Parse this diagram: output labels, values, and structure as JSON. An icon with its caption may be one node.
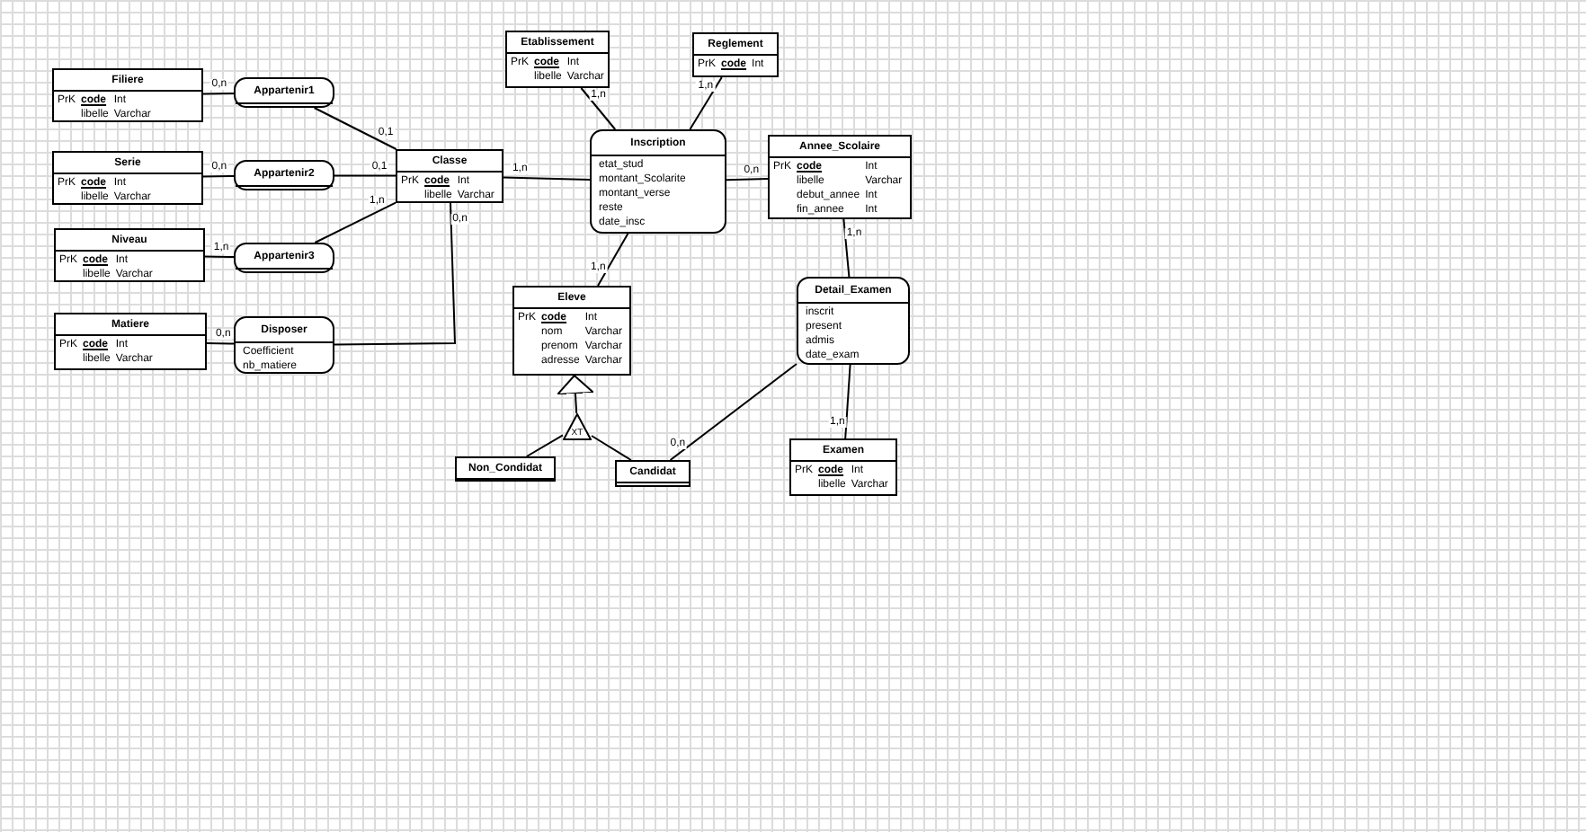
{
  "diagram": {
    "nodes": [
      {
        "text": [
          "Etablissement",
          "PrK",
          "code",
          "Int",
          "libelle",
          "Varchar"
        ]
      },
      {
        "text": [
          "Reglement",
          "PrK",
          "code",
          "Int"
        ]
      },
      {
        "text": [
          "Filiere",
          "PrK",
          "code",
          "Int",
          "libelle",
          "Varchar"
        ]
      },
      {
        "text": [
          "Appartenir1"
        ]
      },
      {
        "text": [
          "Classe",
          "PrK",
          "code",
          "Int",
          "libelle",
          "Varchar"
        ]
      },
      {
        "text": [
          "Inscription",
          "etat_stud",
          "montant_Scolarite",
          "montant_verse",
          "reste",
          "date_insc"
        ]
      },
      {
        "text": [
          "Annee_Scolaire",
          "PrK",
          "code",
          "Int",
          "libelle",
          "Varchar",
          "debut_annee",
          "Int",
          "fin_annee",
          "Int"
        ]
      },
      {
        "text": [
          "Serie",
          "PrK",
          "code",
          "Int",
          "libelle",
          "Varchar"
        ]
      },
      {
        "text": [
          "Appartenir2"
        ]
      },
      {
        "text": [
          "Niveau",
          "PrK",
          "code",
          "Int",
          "libelle",
          "Varchar"
        ]
      },
      {
        "text": [
          "Appartenir3"
        ]
      },
      {
        "text": [
          "Eleve",
          "PrK",
          "code",
          "Int",
          "nom",
          "Varchar",
          "prenom",
          "Varchar",
          "adresse",
          "Varchar"
        ]
      },
      {
        "text": [
          "Detail_Examen",
          "inscrit",
          "present",
          "admis",
          "date_exam"
        ]
      },
      {
        "text": [
          "Matiere",
          "PrK",
          "code",
          "Int",
          "libelle",
          "Varchar"
        ]
      },
      {
        "text": [
          "Disposer",
          "Coefficient",
          "nb_matiere"
        ]
      },
      {
        "text": [
          "XT"
        ]
      },
      {
        "text": [
          "Non_Condidat"
        ]
      },
      {
        "text": [
          "Candidat"
        ]
      },
      {
        "text": [
          "Examen",
          "PrK",
          "code",
          "Int",
          "libelle",
          "Varchar"
        ]
      }
    ],
    "edges": [
      {
        "from": 3,
        "to": 2,
        "arrow": "none",
        "label": "0,n"
      },
      {
        "from": 3,
        "to": 4,
        "arrow": "none",
        "label": "0,1"
      },
      {
        "from": 8,
        "to": 7,
        "arrow": "none",
        "label": "0,n"
      },
      {
        "from": 8,
        "to": 4,
        "arrow": "none",
        "label": "0,1"
      },
      {
        "from": 10,
        "to": 9,
        "arrow": "none",
        "label": "1,n"
      },
      {
        "from": 10,
        "to": 4,
        "arrow": "none",
        "label": "1,n"
      },
      {
        "from": 14,
        "to": 13,
        "arrow": "none",
        "label": "0,n"
      },
      {
        "from": 14,
        "to": 4,
        "arrow": "none",
        "label": "0,n"
      },
      {
        "from": 5,
        "to": 4,
        "arrow": "none",
        "label": "1,n"
      },
      {
        "from": 5,
        "to": 0,
        "arrow": "none",
        "label": "1,n"
      },
      {
        "from": 5,
        "to": 1,
        "arrow": "none",
        "label": "1,n"
      },
      {
        "from": 5,
        "to": 6,
        "arrow": "none",
        "label": "0,n"
      },
      {
        "from": 5,
        "to": 11,
        "arrow": "none",
        "label": "1,n"
      },
      {
        "from": 12,
        "to": 6,
        "arrow": "none",
        "label": "1,n"
      },
      {
        "from": 12,
        "to": 17,
        "arrow": "none",
        "label": "0,n"
      },
      {
        "from": 12,
        "to": 18,
        "arrow": "none",
        "label": "1,n"
      },
      {
        "from": 15,
        "to": 11,
        "arrow": "to"
      },
      {
        "from": 16,
        "to": 15,
        "arrow": "none"
      },
      {
        "from": 17,
        "to": 15,
        "arrow": "none"
      }
    ]
  }
}
